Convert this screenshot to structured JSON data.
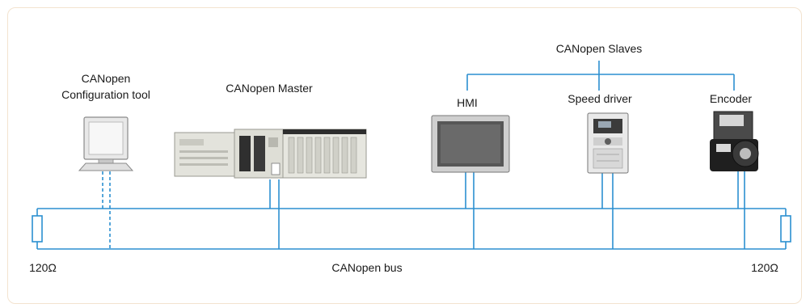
{
  "diagram": {
    "labels": {
      "config_tool_line1": "CANopen",
      "config_tool_line2": "Configuration tool",
      "master": "CANopen Master",
      "slaves": "CANopen Slaves",
      "hmi": "HMI",
      "speed_driver": "Speed driver",
      "encoder": "Encoder",
      "bus": "CANopen bus",
      "terminator_left": "120Ω",
      "terminator_right": "120Ω"
    },
    "colors": {
      "bus_line": "#2b8fd0",
      "frame_border": "#f3e3cf",
      "text": "#1a1a1a"
    }
  }
}
